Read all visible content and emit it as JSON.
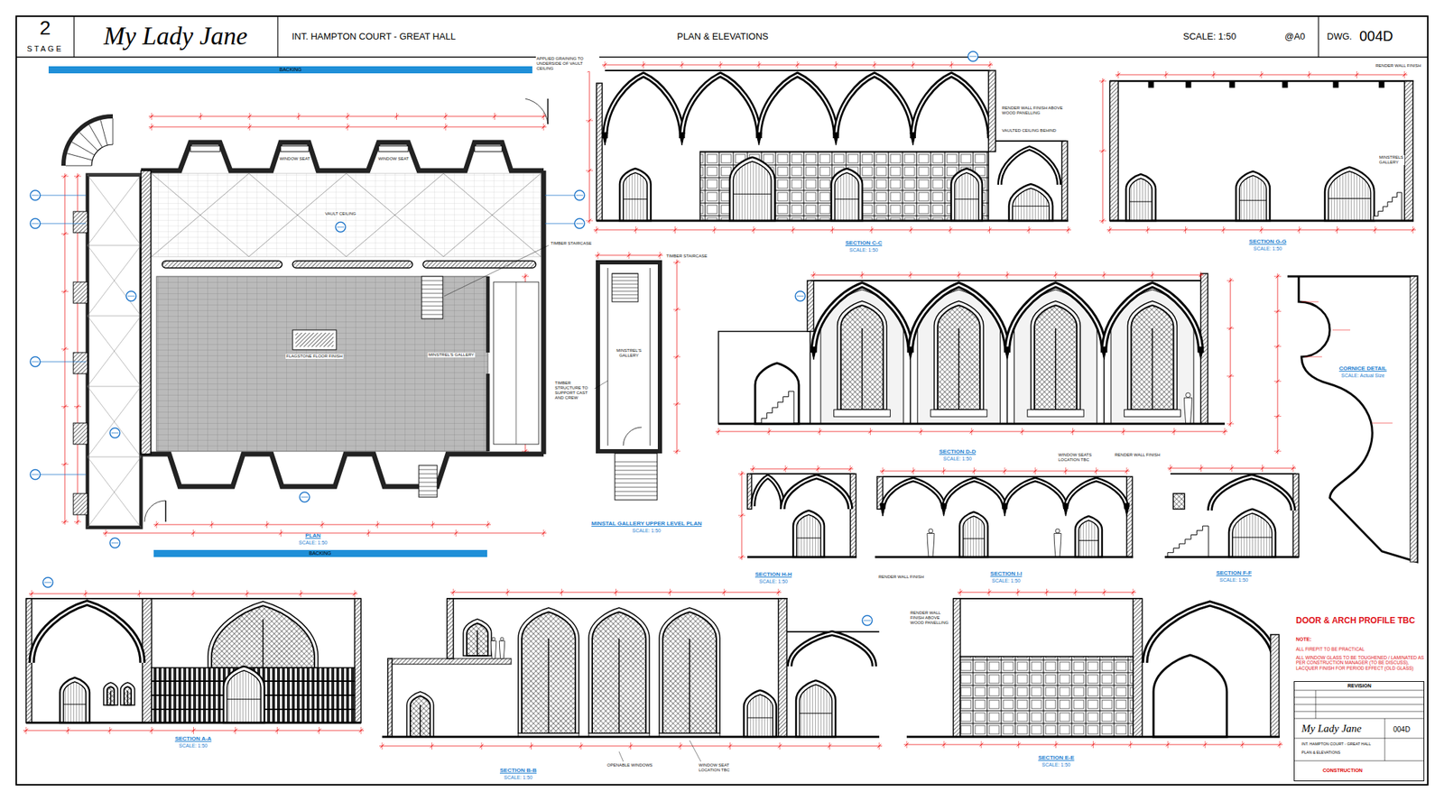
{
  "diagram": {
    "nodes": [
      {
        "text": [
          "2",
          "STAGE"
        ]
      },
      {
        "text": [
          "My Lady Jane"
        ]
      },
      {
        "text": [
          "INT. HAMPTON COURT - GREAT HALL",
          "PLAN & ELEVATIONS",
          "SCALE:  1:50",
          "@A0"
        ]
      },
      {
        "text": [
          "DWG.",
          "004D"
        ]
      },
      {
        "text": [
          "BACKING"
        ]
      },
      {
        "text": [
          "BACKING"
        ]
      },
      {
        "text": [
          "REVISION",
          "My Lady Jane",
          "004D",
          "INT. HAMPTON COURT - GREAT HALL",
          "PLAN & ELEVATIONS",
          "CONSTRUCTION"
        ]
      }
    ],
    "labels": [
      "SECTION C-C",
      "SCALE: 1:50",
      "SECTION G-G",
      "SCALE: 1:50",
      "PLAN",
      "SCALE: 1:50",
      "MINSTAL GALLERY UPPER LEVEL PLAN",
      "SCALE: 1:50",
      "SECTION D-D",
      "SCALE: 1:50",
      "CORNICE DETAIL",
      "SCALE: Actual Size",
      "SECTION H-H",
      "SCALE: 1:50",
      "SECTION I-I",
      "SCALE: 1:50",
      "SECTION F-F",
      "SCALE: 1:50",
      "SECTION A-A",
      "SCALE: 1:50",
      "SECTION B-B",
      "SCALE: 1:50",
      "SECTION E-E",
      "SCALE: 1:50",
      "DOOR & ARCH PROFILE TBC",
      "NOTE:",
      "ALL FIREPIT TO BE PRACTICAL",
      "ALL WINDOW GLASS TO BE TOUGHENED / LAMINATED AS PER CONSTRUCTION MANAGER (TO BE DISCUSS), LACQUER FINISH FOR PERIOD EFFECT (OLD GLASS)",
      "VAULT CEILING",
      "WINDOW SEAT",
      "WINDOW SEAT",
      "FLAGSTONE FLOOR FINISH",
      "MINSTREL'S GALLERY",
      "TIMBER STAIRCASE",
      "TIMBER STAIRCASE",
      "MINSTREL'S GALLERY",
      "TIMBER STRUCTURE TO SUPPORT CAST AND CREW",
      "APPLIED GRAINING TO UNDERSIDE OF VAULT CEILING",
      "RENDER WALL FINISH ABOVE WOOD PANELLING",
      "VAULTED CEILING BEHIND",
      "RENDER WALL FINISH",
      "MINSTRELS GALLERY",
      "WINDOW SEATS LOCATION TBC",
      "RENDER WALL FINISH",
      "RENDER WALL FINISH",
      "OPENABLE WINDOWS",
      "WINDOW SEAT LOCATION TBC",
      "RENDER WALL FINISH ABOVE WOOD PANELLING"
    ]
  }
}
